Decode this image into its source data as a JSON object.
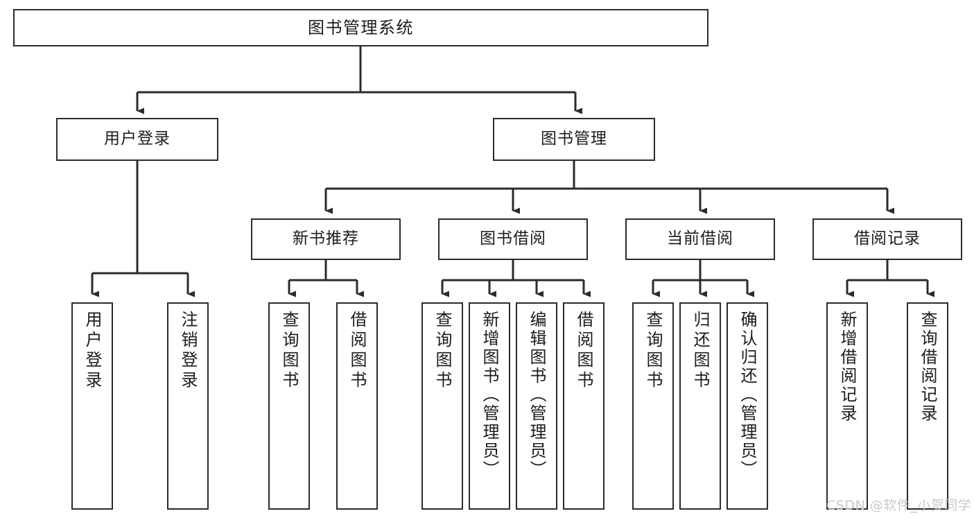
{
  "diagram": {
    "title": "图书管理系统",
    "type": "tree",
    "orientation": "top-down",
    "colors": {
      "box_border": "#2b2b2b",
      "box_fill": "#ffffff",
      "edge": "#2b2b2b",
      "text": "#1c1c1c",
      "watermark": "#c9c9c9",
      "background": "#ffffff"
    },
    "watermark": "CSDN @软件_小贺同学",
    "nodes": {
      "root": {
        "label": "图书管理系统"
      },
      "level2": [
        {
          "label": "用户登录"
        },
        {
          "label": "图书管理"
        }
      ],
      "level3": [
        {
          "label": "新书推荐"
        },
        {
          "label": "图书借阅"
        },
        {
          "label": "当前借阅"
        },
        {
          "label": "借阅记录"
        }
      ],
      "leaves": {
        "user_login": [
          {
            "label": "用户登录"
          },
          {
            "label": "注销登录"
          }
        ],
        "new_book_recommend": [
          {
            "label": "查询图书"
          },
          {
            "label": "借阅图书"
          }
        ],
        "book_borrow": [
          {
            "label": "查询图书"
          },
          {
            "label": "新增图书（管理员）"
          },
          {
            "label": "编辑图书（管理员）"
          },
          {
            "label": "借阅图书"
          }
        ],
        "current_borrow": [
          {
            "label": "查询图书"
          },
          {
            "label": "归还图书"
          },
          {
            "label": "确认归还（管理员）"
          }
        ],
        "borrow_record": [
          {
            "label": "新增借阅记录"
          },
          {
            "label": "查询借阅记录"
          }
        ]
      }
    }
  }
}
